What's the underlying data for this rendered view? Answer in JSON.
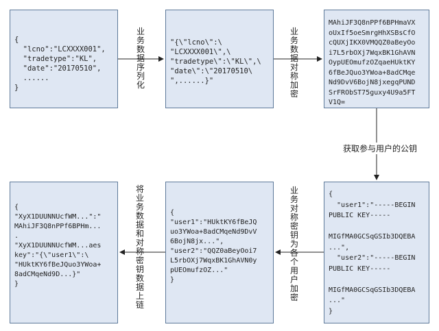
{
  "boxes": {
    "top_left": [
      "{",
      "  \"lcno\":\"LCXXXX001\",",
      "  \"tradetype\":\"KL\",",
      "  \"date\":\"20170510\",",
      "  ......",
      "}"
    ],
    "top_middle": [
      "\"{\\\"lcno\\\":\\",
      "\"LCXXXX001\\\",\\",
      "\"tradetype\\\":\\\"KL\\\",\\",
      "\"date\\\":\\\"20170510\\",
      "\",......}\""
    ],
    "top_right": [
      "MAhiJF3Q8nPPf6BPHmaVX",
      "oUxIf5oeSmrgHhXSBsCfO",
      "cQUXjIKX0VMQQZ0aBeyOo",
      "i7L5rbOXj7WqxBK1GhAVN",
      "OypUEOmufzOZqaeHUktKY",
      "6fBeJQuo3YWoa+8adCMqe",
      "Nd9DvV6BojN8jxegqPUND",
      "SrFRObST75guxy4U9a5FT",
      "V1Q="
    ],
    "bottom_right": [
      "{",
      "  \"user1\":\"-----BEGIN",
      "PUBLIC KEY-----",
      "",
      "MIGfMA0GCSqGSIb3DQEBA",
      "...\",",
      "  \"user2\":\"-----BEGIN",
      "PUBLIC KEY-----",
      "",
      "MIGfMA0GCSqGSIb3DQEBA",
      "...\"",
      "}"
    ],
    "bottom_middle": [
      "{",
      "\"user1\":\"HUktKY6fBeJQ",
      "uo3YWoa+8adCMqeNd9DvV",
      "6BojN8jx...\",",
      "\"user2\":\"QQZ0aBeyOoi7",
      "L5rbOXj7WqxBK1GhAVN0y",
      "pUEOmufzOZ...\"",
      "}"
    ],
    "bottom_left": [
      "{",
      "\"XyX1DUUNNUcfWM...\":\"",
      "MAhiJF3Q8nPPf6BPHm...",
      ".",
      "\"XyX1DUUNNUcfWM...aes",
      "key\":\"{\\\"user1\\\":\\",
      "\"HUktKY6fBeJQuo3YWoa+",
      "8adCMqeNd9D...}\"",
      "}"
    ]
  },
  "labels": {
    "serialize": "业务数据序列化",
    "encrypt_symmetric": "业务数据对称加密",
    "get_pubkey": "获取参与用户的公钥",
    "encrypt_keys": "业务对称密钥为各个用户加密",
    "upload": "将业务数据和对称密钥数据上链"
  }
}
